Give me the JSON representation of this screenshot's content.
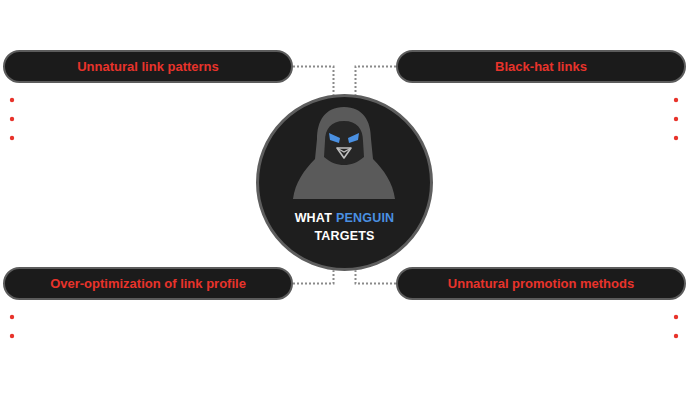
{
  "diagram": {
    "nodes": [
      {
        "text": [
          "Unnatural link patterns"
        ]
      },
      {
        "text": [
          "Black-hat links"
        ]
      },
      {
        "text": [
          "WHAT",
          "PENGUIN",
          "TARGETS"
        ]
      },
      {
        "text": [
          "Over-optimization of link profile"
        ]
      },
      {
        "text": [
          "Unnatural promotion methods"
        ]
      }
    ],
    "edges": [
      {
        "from": 0,
        "to": 2,
        "arrow": "none"
      },
      {
        "from": 1,
        "to": 2,
        "arrow": "none"
      },
      {
        "from": 3,
        "to": 2,
        "arrow": "none"
      },
      {
        "from": 4,
        "to": 2,
        "arrow": "none"
      }
    ]
  }
}
